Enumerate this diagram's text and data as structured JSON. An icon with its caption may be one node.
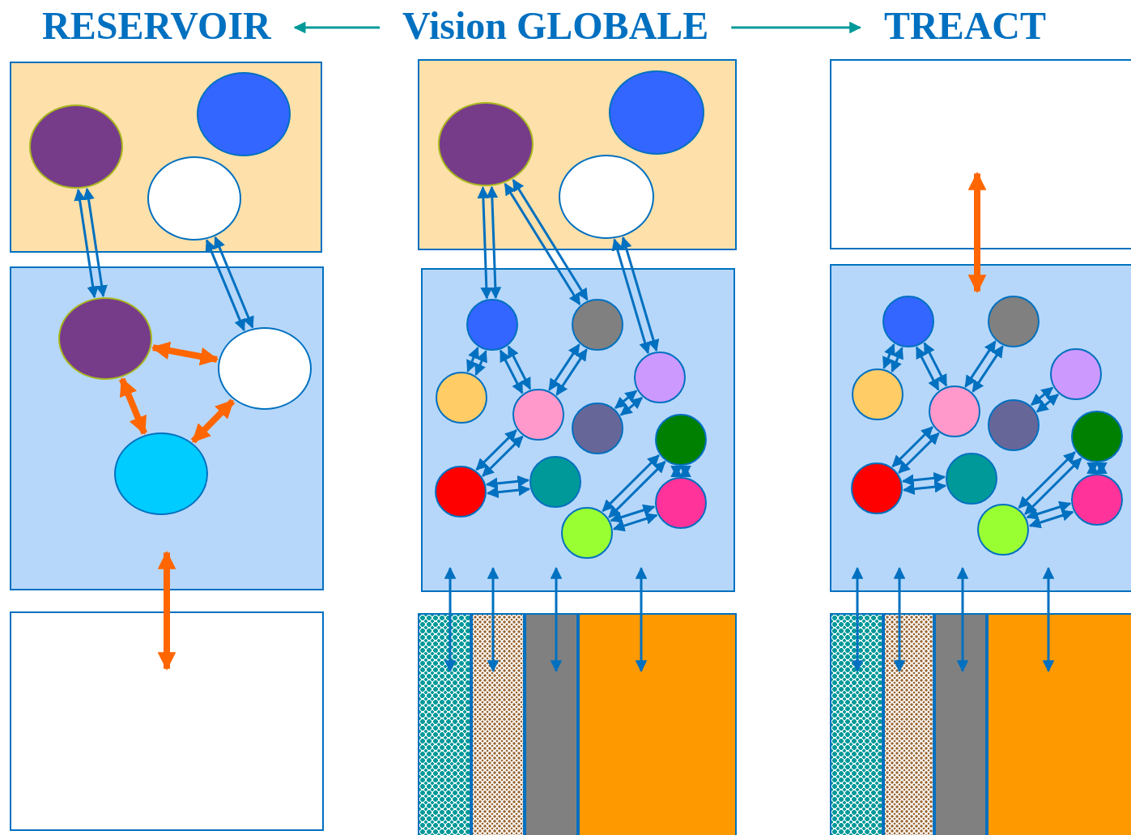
{
  "diagram": {
    "nodes": [
      {
        "text": [
          "RESERVOIR"
        ]
      },
      {
        "text": [
          "Vision GLOBALE"
        ]
      },
      {
        "text": [
          "TREACT"
        ]
      },
      {
        "text": [],
        "shape": "box"
      },
      {
        "text": [],
        "shape": "circle",
        "in": 3
      },
      {
        "text": [],
        "shape": "circle",
        "in": 3
      },
      {
        "text": [],
        "shape": "circle",
        "in": 3
      },
      {
        "text": [],
        "shape": "box"
      },
      {
        "text": [],
        "shape": "circle",
        "in": 7
      },
      {
        "text": [],
        "shape": "circle",
        "in": 7
      },
      {
        "text": [],
        "shape": "circle",
        "in": 7
      },
      {
        "text": [],
        "shape": "box"
      },
      {
        "text": [],
        "shape": "box"
      },
      {
        "text": [],
        "shape": "circle",
        "in": 12
      },
      {
        "text": [],
        "shape": "circle",
        "in": 12
      },
      {
        "text": [],
        "shape": "circle",
        "in": 12
      },
      {
        "text": [],
        "shape": "box"
      },
      {
        "text": [],
        "shape": "circle",
        "in": 16
      },
      {
        "text": [],
        "shape": "circle",
        "in": 16
      },
      {
        "text": [],
        "shape": "circle",
        "in": 16
      },
      {
        "text": [],
        "shape": "circle",
        "in": 16
      },
      {
        "text": [],
        "shape": "circle",
        "in": 16
      },
      {
        "text": [],
        "shape": "circle",
        "in": 16
      },
      {
        "text": [],
        "shape": "circle",
        "in": 16
      },
      {
        "text": [],
        "shape": "circle",
        "in": 16
      },
      {
        "text": [],
        "shape": "circle",
        "in": 16
      },
      {
        "text": [],
        "shape": "circle",
        "in": 16
      },
      {
        "text": [],
        "shape": "circle",
        "in": 16
      },
      {
        "text": [],
        "shape": "bar"
      },
      {
        "text": [],
        "shape": "bar"
      },
      {
        "text": [],
        "shape": "bar"
      },
      {
        "text": [],
        "shape": "bar"
      },
      {
        "text": [],
        "shape": "box"
      },
      {
        "text": [],
        "shape": "box"
      },
      {
        "text": [],
        "shape": "circle",
        "in": 33
      },
      {
        "text": [],
        "shape": "circle",
        "in": 33
      },
      {
        "text": [],
        "shape": "circle",
        "in": 33
      },
      {
        "text": [],
        "shape": "circle",
        "in": 33
      },
      {
        "text": [],
        "shape": "circle",
        "in": 33
      },
      {
        "text": [],
        "shape": "circle",
        "in": 33
      },
      {
        "text": [],
        "shape": "circle",
        "in": 33
      },
      {
        "text": [],
        "shape": "circle",
        "in": 33
      },
      {
        "text": [],
        "shape": "circle",
        "in": 33
      },
      {
        "text": [],
        "shape": "circle",
        "in": 33
      },
      {
        "text": [],
        "shape": "circle",
        "in": 33
      },
      {
        "text": [],
        "shape": "bar"
      },
      {
        "text": [],
        "shape": "bar"
      },
      {
        "text": [],
        "shape": "bar"
      },
      {
        "text": [],
        "shape": "bar"
      }
    ],
    "edges": [
      {
        "from": 1,
        "to": 0,
        "arrow": "to",
        "color": "#009999"
      },
      {
        "from": 1,
        "to": 2,
        "arrow": "to",
        "color": "#009999"
      },
      {
        "from": 4,
        "to": 8,
        "arrow": "both"
      },
      {
        "from": 4,
        "to": 8,
        "arrow": "both"
      },
      {
        "from": 6,
        "to": 9,
        "arrow": "both"
      },
      {
        "from": 6,
        "to": 9,
        "arrow": "both"
      },
      {
        "from": 8,
        "to": 9,
        "arrow": "both",
        "style": "thick",
        "color": "#ff6600"
      },
      {
        "from": 8,
        "to": 10,
        "arrow": "both",
        "style": "thick",
        "color": "#ff6600"
      },
      {
        "from": 10,
        "to": 9,
        "arrow": "both",
        "style": "thick",
        "color": "#ff6600"
      },
      {
        "from": 7,
        "to": 11,
        "arrow": "both",
        "style": "thick",
        "color": "#ff6600"
      },
      {
        "from": 13,
        "to": 17,
        "arrow": "both"
      },
      {
        "from": 13,
        "to": 17,
        "arrow": "both"
      },
      {
        "from": 13,
        "to": 18,
        "arrow": "both"
      },
      {
        "from": 13,
        "to": 18,
        "arrow": "both"
      },
      {
        "from": 15,
        "to": 21,
        "arrow": "both"
      },
      {
        "from": 15,
        "to": 21,
        "arrow": "both"
      },
      {
        "from": 17,
        "to": 19,
        "arrow": "both"
      },
      {
        "from": 17,
        "to": 19,
        "arrow": "both"
      },
      {
        "from": 17,
        "to": 20,
        "arrow": "both"
      },
      {
        "from": 17,
        "to": 20,
        "arrow": "both"
      },
      {
        "from": 18,
        "to": 20,
        "arrow": "both"
      },
      {
        "from": 18,
        "to": 20,
        "arrow": "both"
      },
      {
        "from": 21,
        "to": 22,
        "arrow": "both"
      },
      {
        "from": 21,
        "to": 22,
        "arrow": "both"
      },
      {
        "from": 20,
        "to": 24,
        "arrow": "both"
      },
      {
        "from": 20,
        "to": 24,
        "arrow": "both"
      },
      {
        "from": 24,
        "to": 25,
        "arrow": "both"
      },
      {
        "from": 24,
        "to": 25,
        "arrow": "both"
      },
      {
        "from": 23,
        "to": 27,
        "arrow": "both"
      },
      {
        "from": 23,
        "to": 27,
        "arrow": "both"
      },
      {
        "from": 23,
        "to": 26,
        "arrow": "both"
      },
      {
        "from": 23,
        "to": 26,
        "arrow": "both"
      },
      {
        "from": 26,
        "to": 27,
        "arrow": "both"
      },
      {
        "from": 26,
        "to": 27,
        "arrow": "both"
      },
      {
        "from": 16,
        "to": 28,
        "arrow": "both"
      },
      {
        "from": 16,
        "to": 29,
        "arrow": "both"
      },
      {
        "from": 16,
        "to": 30,
        "arrow": "both"
      },
      {
        "from": 16,
        "to": 31,
        "arrow": "both"
      },
      {
        "from": 32,
        "to": 33,
        "arrow": "both",
        "style": "thick",
        "color": "#ff6600"
      },
      {
        "from": 34,
        "to": 36,
        "arrow": "both"
      },
      {
        "from": 34,
        "to": 36,
        "arrow": "both"
      },
      {
        "from": 34,
        "to": 37,
        "arrow": "both"
      },
      {
        "from": 34,
        "to": 37,
        "arrow": "both"
      },
      {
        "from": 35,
        "to": 37,
        "arrow": "both"
      },
      {
        "from": 35,
        "to": 37,
        "arrow": "both"
      },
      {
        "from": 38,
        "to": 39,
        "arrow": "both"
      },
      {
        "from": 38,
        "to": 39,
        "arrow": "both"
      },
      {
        "from": 37,
        "to": 41,
        "arrow": "both"
      },
      {
        "from": 37,
        "to": 41,
        "arrow": "both"
      },
      {
        "from": 41,
        "to": 42,
        "arrow": "both"
      },
      {
        "from": 41,
        "to": 42,
        "arrow": "both"
      },
      {
        "from": 40,
        "to": 44,
        "arrow": "both"
      },
      {
        "from": 40,
        "to": 44,
        "arrow": "both"
      },
      {
        "from": 40,
        "to": 43,
        "arrow": "both"
      },
      {
        "from": 40,
        "to": 43,
        "arrow": "both"
      },
      {
        "from": 43,
        "to": 44,
        "arrow": "both"
      },
      {
        "from": 43,
        "to": 44,
        "arrow": "both"
      },
      {
        "from": 33,
        "to": 45,
        "arrow": "both"
      },
      {
        "from": 33,
        "to": 46,
        "arrow": "both"
      },
      {
        "from": 33,
        "to": 47,
        "arrow": "both"
      },
      {
        "from": 33,
        "to": 48,
        "arrow": "both"
      }
    ]
  }
}
